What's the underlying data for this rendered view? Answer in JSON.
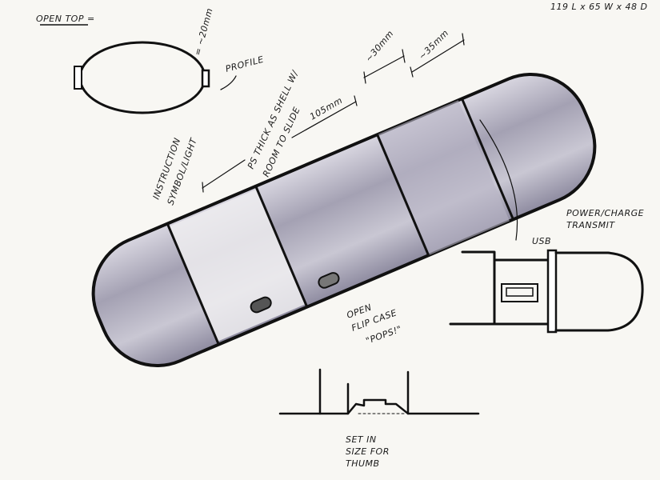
{
  "annotations": {
    "dimensions": "119 L x 65 W x 48 D",
    "open_top": "OPEN TOP =",
    "profile": "PROFILE",
    "approx_20mm": "= ~20mm",
    "shell_note_1": "PS THICK AS SHELL W/",
    "shell_note_2": "ROOM TO SLIDE",
    "dim_30": "~30mm",
    "dim_35": "~35mm",
    "dim_105": "105mm",
    "instruction_1": "INSTRUCTION",
    "instruction_2": "SYMBOL/LIGHT",
    "usb": "USB",
    "power": "POWER/CHARGE",
    "transmit": "TRANSMIT",
    "open_1": "OPEN",
    "open_2": "FLIP CASE",
    "open_3": "\"POPS!\"",
    "thumb_1": "SET IN",
    "thumb_2": "SIZE FOR",
    "thumb_3": "THUMB"
  },
  "colors": {
    "ink": "#111111",
    "marker": "#a9a6b8",
    "paper": "#f8f7f3"
  }
}
